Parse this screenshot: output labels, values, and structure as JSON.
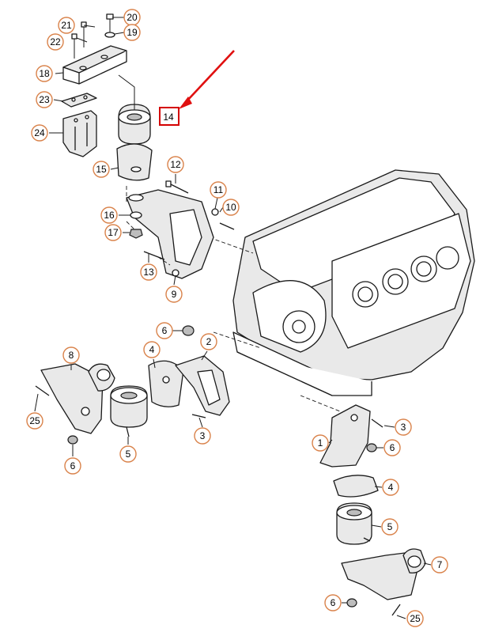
{
  "diagram": {
    "callouts": [
      "20",
      "21",
      "19",
      "22",
      "18",
      "23",
      "24",
      "14",
      "15",
      "12",
      "11",
      "10",
      "16",
      "17",
      "13",
      "9",
      "6",
      "4",
      "2",
      "8",
      "25",
      "5",
      "3",
      "6",
      "3",
      "1",
      "6",
      "4",
      "5",
      "7",
      "6",
      "25"
    ],
    "highlighted_callout": "14",
    "colors": {
      "callout_border": "#d9824a",
      "highlight_box": "#d40000",
      "pointer_arrow": "#e01010",
      "line_art": "#1a1a1a"
    }
  }
}
